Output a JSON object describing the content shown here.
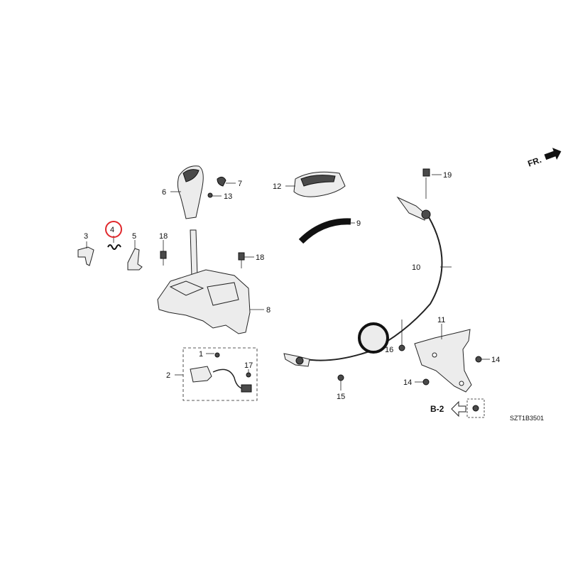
{
  "diagram": {
    "code": "SZT1B3501",
    "front_marker": "FR.",
    "ref_label": "B-2",
    "highlighted_part": "4",
    "highlight_color": "#e0282c",
    "parts": {
      "p1": "1",
      "p2": "2",
      "p3": "3",
      "p4": "4",
      "p5": "5",
      "p6": "6",
      "p7": "7",
      "p8": "8",
      "p9": "9",
      "p10": "10",
      "p11": "11",
      "p12": "12",
      "p13": "13",
      "p14a": "14",
      "p14b": "14",
      "p15": "15",
      "p16": "16",
      "p17": "17",
      "p18a": "18",
      "p18b": "18",
      "p19": "19"
    }
  }
}
